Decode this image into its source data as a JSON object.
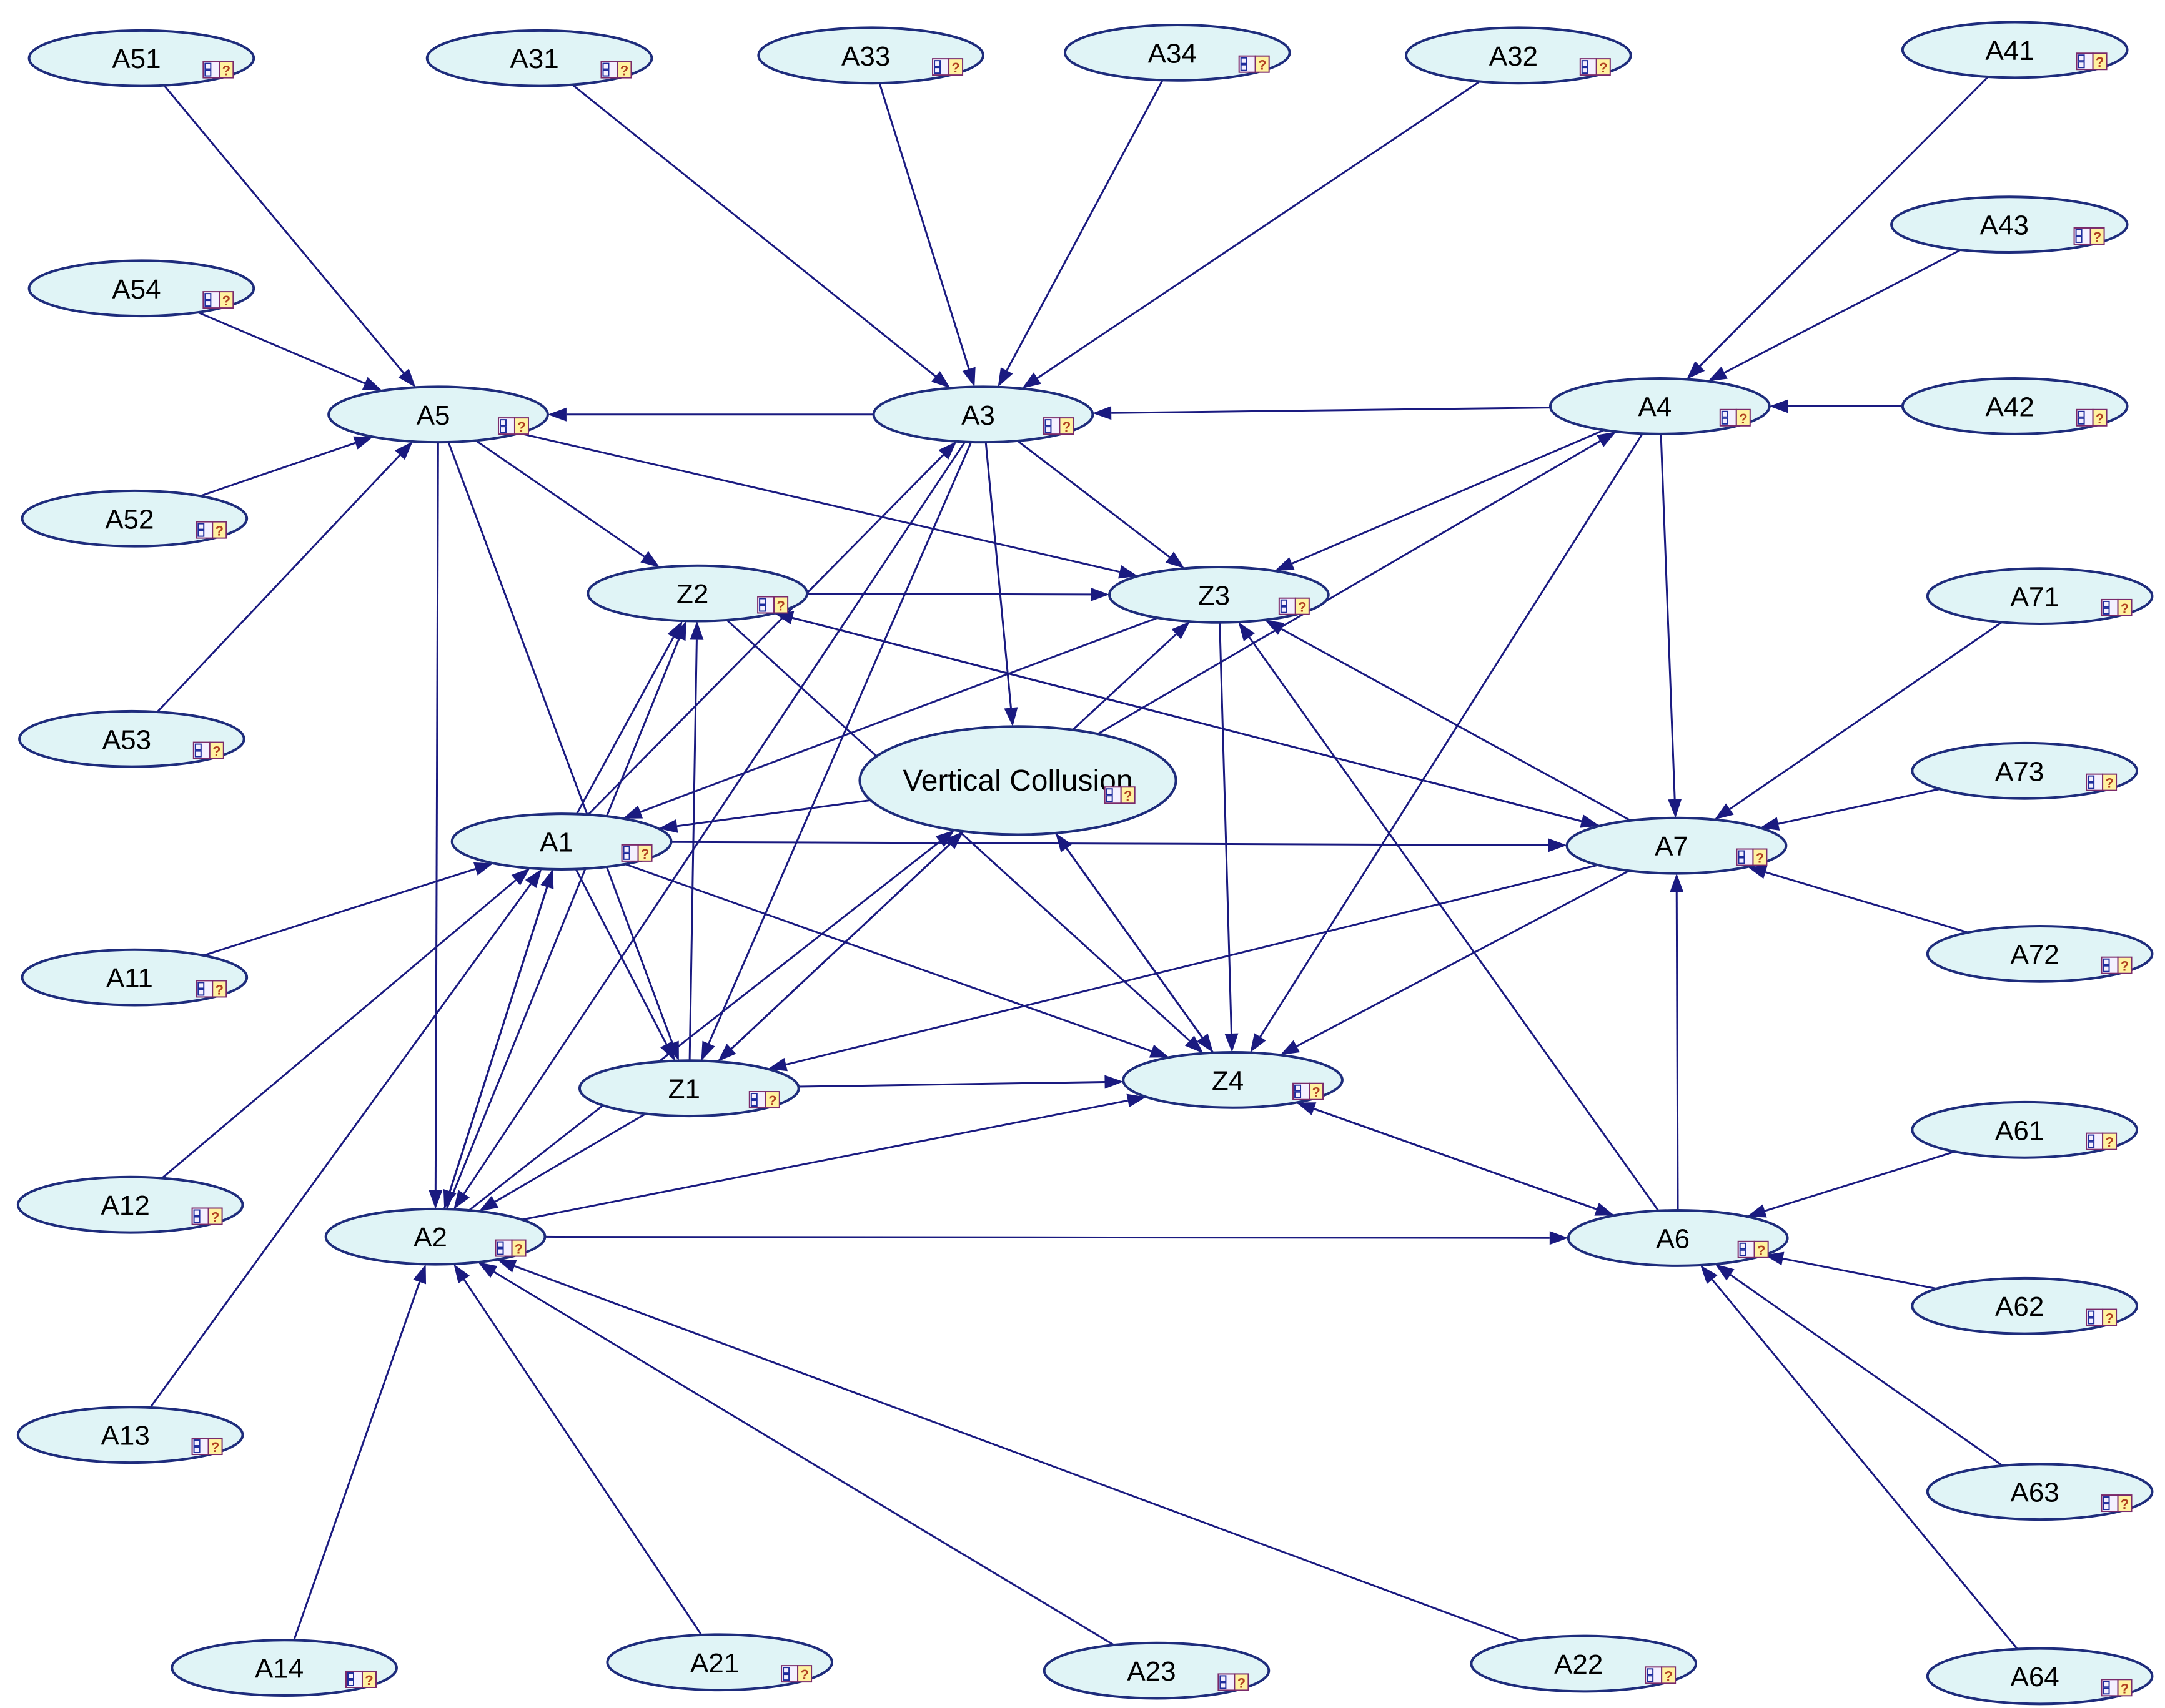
{
  "diagram": {
    "nodes": [
      {
        "id": "A51",
        "label": "A51"
      },
      {
        "id": "A31",
        "label": "A31"
      },
      {
        "id": "A33",
        "label": "A33"
      },
      {
        "id": "A34",
        "label": "A34"
      },
      {
        "id": "A32",
        "label": "A32"
      },
      {
        "id": "A41",
        "label": "A41"
      },
      {
        "id": "A54",
        "label": "A54"
      },
      {
        "id": "A43",
        "label": "A43"
      },
      {
        "id": "A5",
        "label": "A5"
      },
      {
        "id": "A3",
        "label": "A3"
      },
      {
        "id": "A4",
        "label": "A4"
      },
      {
        "id": "A42",
        "label": "A42"
      },
      {
        "id": "A52",
        "label": "A52"
      },
      {
        "id": "Z2",
        "label": "Z2"
      },
      {
        "id": "Z3",
        "label": "Z3"
      },
      {
        "id": "A71",
        "label": "A71"
      },
      {
        "id": "A53",
        "label": "A53"
      },
      {
        "id": "VC",
        "label": "Vertical Collusion"
      },
      {
        "id": "A73",
        "label": "A73"
      },
      {
        "id": "A1",
        "label": "A1"
      },
      {
        "id": "A7",
        "label": "A7"
      },
      {
        "id": "A11",
        "label": "A11"
      },
      {
        "id": "A72",
        "label": "A72"
      },
      {
        "id": "Z1",
        "label": "Z1"
      },
      {
        "id": "Z4",
        "label": "Z4"
      },
      {
        "id": "A61",
        "label": "A61"
      },
      {
        "id": "A12",
        "label": "A12"
      },
      {
        "id": "A2",
        "label": "A2"
      },
      {
        "id": "A6",
        "label": "A6"
      },
      {
        "id": "A62",
        "label": "A62"
      },
      {
        "id": "A13",
        "label": "A13"
      },
      {
        "id": "A63",
        "label": "A63"
      },
      {
        "id": "A14",
        "label": "A14"
      },
      {
        "id": "A21",
        "label": "A21"
      },
      {
        "id": "A23",
        "label": "A23"
      },
      {
        "id": "A22",
        "label": "A22"
      },
      {
        "id": "A64",
        "label": "A64"
      }
    ],
    "edges": [
      [
        "A51",
        "A5"
      ],
      [
        "A54",
        "A5"
      ],
      [
        "A52",
        "A5"
      ],
      [
        "A53",
        "A5"
      ],
      [
        "A31",
        "A3"
      ],
      [
        "A33",
        "A3"
      ],
      [
        "A34",
        "A3"
      ],
      [
        "A32",
        "A3"
      ],
      [
        "A41",
        "A4"
      ],
      [
        "A43",
        "A4"
      ],
      [
        "A42",
        "A4"
      ],
      [
        "A3",
        "A5"
      ],
      [
        "A4",
        "A3"
      ],
      [
        "A5",
        "Z2"
      ],
      [
        "A5",
        "Z3"
      ],
      [
        "A5",
        "Z1"
      ],
      [
        "A5",
        "A2"
      ],
      [
        "A3",
        "Z3"
      ],
      [
        "A3",
        "Z1"
      ],
      [
        "A3",
        "A2"
      ],
      [
        "A3",
        "VC"
      ],
      [
        "A4",
        "Z3"
      ],
      [
        "A4",
        "Z4"
      ],
      [
        "A4",
        "A7"
      ],
      [
        "Z2",
        "Z3"
      ],
      [
        "Z2",
        "Z4"
      ],
      [
        "Z2",
        "A7"
      ],
      [
        "Z3",
        "Z4"
      ],
      [
        "Z3",
        "A1"
      ],
      [
        "VC",
        "Z3"
      ],
      [
        "VC",
        "Z1"
      ],
      [
        "VC",
        "A1"
      ],
      [
        "VC",
        "Z4"
      ],
      [
        "VC",
        "A4"
      ],
      [
        "A1",
        "Z2"
      ],
      [
        "A1",
        "A3"
      ],
      [
        "A1",
        "A7"
      ],
      [
        "A1",
        "Z4"
      ],
      [
        "A1",
        "Z1"
      ],
      [
        "A1",
        "A2"
      ],
      [
        "A11",
        "A1"
      ],
      [
        "A12",
        "A1"
      ],
      [
        "A13",
        "A1"
      ],
      [
        "A2",
        "A1"
      ],
      [
        "A2",
        "Z2"
      ],
      [
        "A2",
        "Z4"
      ],
      [
        "A2",
        "A6"
      ],
      [
        "A2",
        "VC"
      ],
      [
        "Z1",
        "Z2"
      ],
      [
        "Z1",
        "Z4"
      ],
      [
        "Z1",
        "VC"
      ],
      [
        "Z1",
        "A2"
      ],
      [
        "A7",
        "Z3"
      ],
      [
        "A7",
        "Z1"
      ],
      [
        "A7",
        "Z4"
      ],
      [
        "A7",
        "Z2"
      ],
      [
        "A71",
        "A7"
      ],
      [
        "A73",
        "A7"
      ],
      [
        "A72",
        "A7"
      ],
      [
        "Z4",
        "A6"
      ],
      [
        "Z4",
        "VC"
      ],
      [
        "A6",
        "Z4"
      ],
      [
        "A6",
        "A7"
      ],
      [
        "A6",
        "Z3"
      ],
      [
        "A61",
        "A6"
      ],
      [
        "A62",
        "A6"
      ],
      [
        "A63",
        "A6"
      ],
      [
        "A64",
        "A6"
      ],
      [
        "A14",
        "A2"
      ],
      [
        "A21",
        "A2"
      ],
      [
        "A23",
        "A2"
      ],
      [
        "A22",
        "A2"
      ]
    ]
  }
}
